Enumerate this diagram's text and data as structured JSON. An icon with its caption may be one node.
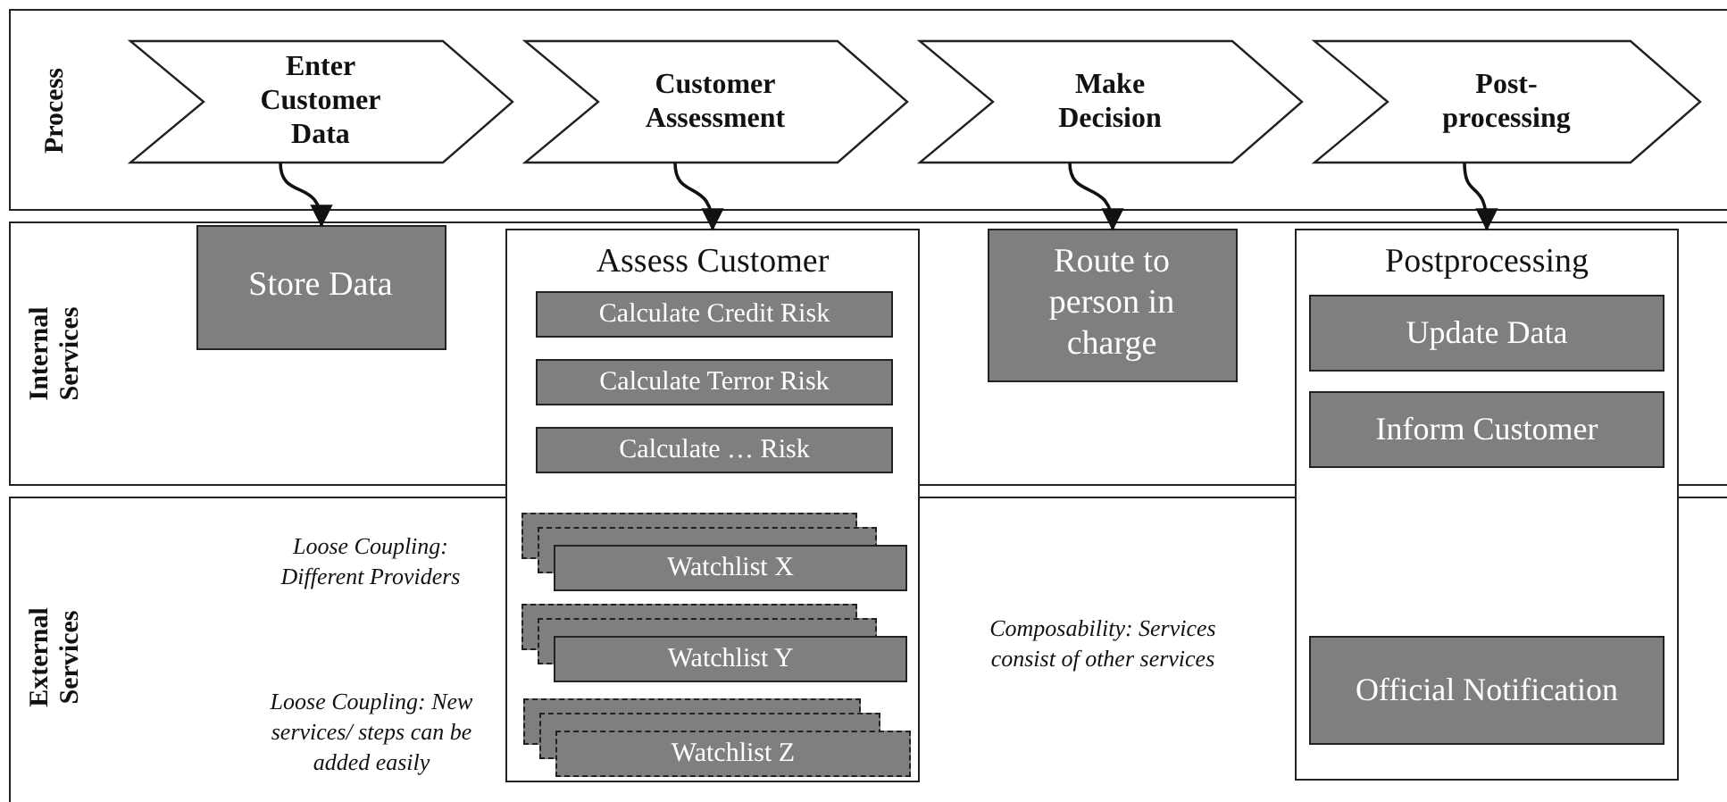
{
  "diagram": {
    "nodes": [
      {
        "text": [
          "Process"
        ]
      },
      {
        "text": [
          "Enter Customer Data"
        ],
        "in": 0
      },
      {
        "text": [
          "Customer Assessment"
        ],
        "in": 0
      },
      {
        "text": [
          "Make Decision"
        ],
        "in": 0
      },
      {
        "text": [
          "Post-processing"
        ],
        "in": 0
      },
      {
        "text": [
          "Internal Services"
        ]
      },
      {
        "text": [
          "External Services"
        ]
      },
      {
        "text": [
          "Store Data"
        ],
        "in": 5
      },
      {
        "text": [
          "Assess Customer"
        ]
      },
      {
        "text": [
          "Calculate Credit Risk"
        ]
      },
      {
        "text": [
          "Calculate Terror Risk"
        ]
      },
      {
        "text": [
          "Calculate … Risk"
        ]
      },
      {
        "text": [
          "Watchlist X"
        ]
      },
      {
        "text": [
          "Watchlist Y"
        ]
      },
      {
        "text": [
          "Watchlist Z"
        ]
      },
      {
        "text": [
          "Route to person in charge"
        ],
        "in": 5
      },
      {
        "text": [
          "Postprocessing"
        ]
      },
      {
        "text": [
          "Update Data"
        ]
      },
      {
        "text": [
          "Inform Customer"
        ]
      },
      {
        "text": [
          "Official Notification"
        ]
      }
    ],
    "edges": [
      {
        "from": 1,
        "to": 7,
        "arrow": "to"
      },
      {
        "from": 2,
        "to": 8,
        "arrow": "to"
      },
      {
        "from": 3,
        "to": 15,
        "arrow": "to"
      },
      {
        "from": 4,
        "to": 16,
        "arrow": "to"
      }
    ],
    "labels": [
      "Loose Coupling: Different Providers",
      "Loose Coupling: New services/ steps can be added easily",
      "Composability: Services consist of other services"
    ]
  }
}
